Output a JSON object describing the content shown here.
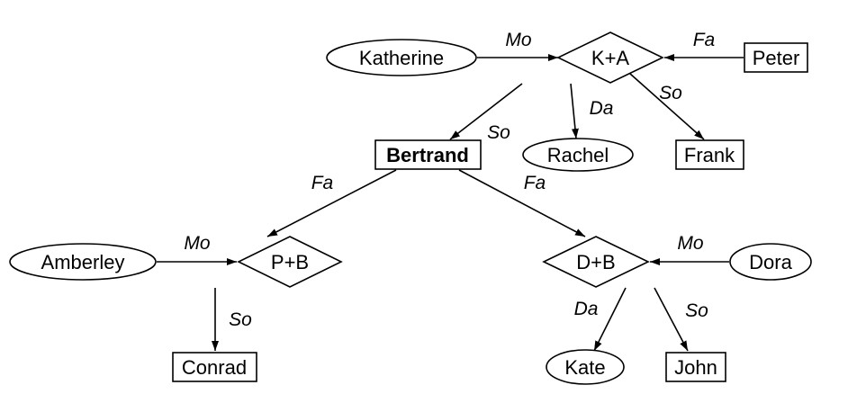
{
  "nodes": {
    "katherine": "Katherine",
    "ka": "K+A",
    "peter": "Peter",
    "bertrand": "Bertrand",
    "rachel": "Rachel",
    "frank": "Frank",
    "amberley": "Amberley",
    "pb": "P+B",
    "db": "D+B",
    "dora": "Dora",
    "conrad": "Conrad",
    "kate": "Kate",
    "john": "John"
  },
  "edges": {
    "katherine_ka": "Mo",
    "peter_ka": "Fa",
    "ka_bertrand": "So",
    "ka_rachel": "Da",
    "ka_frank": "So",
    "bertrand_pb": "Fa",
    "bertrand_db": "Fa",
    "amberley_pb": "Mo",
    "dora_db": "Mo",
    "pb_conrad": "So",
    "db_kate": "Da",
    "db_john": "So"
  },
  "colors": {
    "stroke": "#000000",
    "background": "#ffffff"
  }
}
